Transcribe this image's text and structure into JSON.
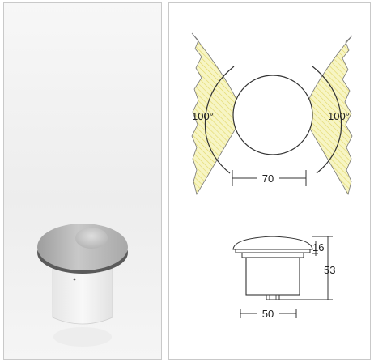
{
  "colors": {
    "hatch_fill": "#f7f5c4",
    "hatch_line": "#e3d86a",
    "outline": "#444444",
    "panel_border": "#c9c9c9",
    "product_metal": "#b9b9b9"
  },
  "beam_diagram": {
    "left_angle": "100°",
    "right_angle": "100°",
    "width_label": "70"
  },
  "side_view": {
    "cap_height_label": "16",
    "total_height_label": "53",
    "width_label": "50"
  }
}
